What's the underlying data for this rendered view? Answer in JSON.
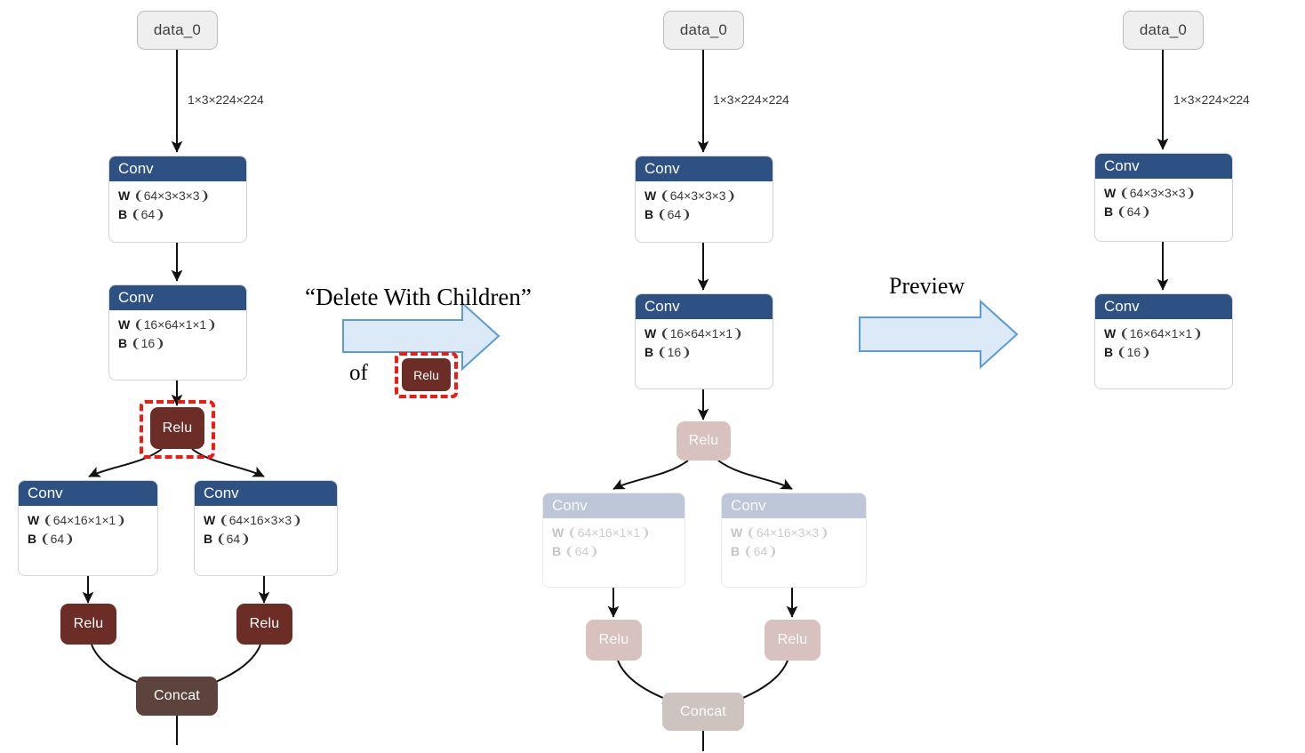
{
  "colors": {
    "conv_header": "#2E5184",
    "conv_header_faded": "#BDC7D8",
    "relu": "#6B2D26",
    "relu_faded": "#D8C2C0",
    "concat": "#5C443C",
    "concat_faded": "#CDC3BF",
    "data_node": "#EFEFEF",
    "selection": "#F01A12",
    "arrow_fill": "#DCE9F7",
    "arrow_stroke": "#5B9BD5"
  },
  "annotations": {
    "delete_label": "“Delete With Children”",
    "of_label": "of",
    "of_chip_label": "Relu",
    "preview_label": "Preview"
  },
  "graphs": {
    "original": {
      "data_node": "data_0",
      "edge_label": "1×3×224×224",
      "nodes": [
        {
          "type": "conv",
          "title": "Conv",
          "w_key": "W",
          "w_val": "❨64×3×3×3❩",
          "b_key": "B",
          "b_val": "❨64❩"
        },
        {
          "type": "conv",
          "title": "Conv",
          "w_key": "W",
          "w_val": "❨16×64×1×1❩",
          "b_key": "B",
          "b_val": "❨16❩"
        },
        {
          "type": "relu",
          "title": "Relu",
          "selected": true
        },
        {
          "type": "conv",
          "title": "Conv",
          "w_key": "W",
          "w_val": "❨64×16×1×1❩",
          "b_key": "B",
          "b_val": "❨64❩"
        },
        {
          "type": "conv",
          "title": "Conv",
          "w_key": "W",
          "w_val": "❨64×16×3×3❩",
          "b_key": "B",
          "b_val": "❨64❩"
        },
        {
          "type": "relu",
          "title": "Relu"
        },
        {
          "type": "relu",
          "title": "Relu"
        },
        {
          "type": "concat",
          "title": "Concat"
        }
      ]
    },
    "marked": {
      "data_node": "data_0",
      "edge_label": "1×3×224×224",
      "nodes": [
        {
          "type": "conv",
          "title": "Conv",
          "w_key": "W",
          "w_val": "❨64×3×3×3❩",
          "b_key": "B",
          "b_val": "❨64❩"
        },
        {
          "type": "conv",
          "title": "Conv",
          "w_key": "W",
          "w_val": "❨16×64×1×1❩",
          "b_key": "B",
          "b_val": "❨16❩"
        },
        {
          "type": "relu",
          "title": "Relu",
          "faded": true
        },
        {
          "type": "conv",
          "title": "Conv",
          "w_key": "W",
          "w_val": "❨64×16×1×1❩",
          "b_key": "B",
          "b_val": "❨64❩",
          "faded": true
        },
        {
          "type": "conv",
          "title": "Conv",
          "w_key": "W",
          "w_val": "❨64×16×3×3❩",
          "b_key": "B",
          "b_val": "❨64❩",
          "faded": true
        },
        {
          "type": "relu",
          "title": "Relu",
          "faded": true
        },
        {
          "type": "relu",
          "title": "Relu",
          "faded": true
        },
        {
          "type": "concat",
          "title": "Concat",
          "faded": true
        }
      ]
    },
    "result": {
      "data_node": "data_0",
      "edge_label": "1×3×224×224",
      "nodes": [
        {
          "type": "conv",
          "title": "Conv",
          "w_key": "W",
          "w_val": "❨64×3×3×3❩",
          "b_key": "B",
          "b_val": "❨64❩"
        },
        {
          "type": "conv",
          "title": "Conv",
          "w_key": "W",
          "w_val": "❨16×64×1×1❩",
          "b_key": "B",
          "b_val": "❨16❩"
        }
      ]
    }
  }
}
